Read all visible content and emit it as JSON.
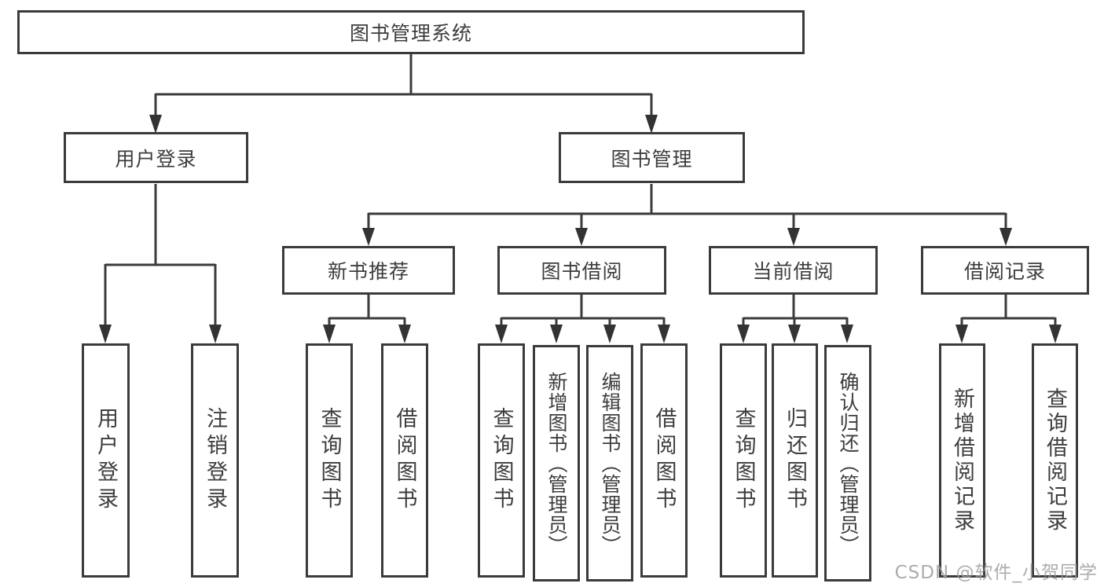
{
  "diagram": {
    "title": "图书管理系统",
    "type": "hierarchy-tree",
    "colors": {
      "line": "#3b3b3b",
      "box_border": "#3b3b3b",
      "box_fill": "#ffffff",
      "text": "#3d3d3d",
      "watermark_text": "#9e9e9e",
      "background": "#ffffff"
    },
    "tree": {
      "label": "图书管理系统",
      "children": [
        {
          "label": "用户登录",
          "children": [
            {
              "label": "用户登录"
            },
            {
              "label": "注销登录"
            }
          ]
        },
        {
          "label": "图书管理",
          "children": [
            {
              "label": "新书推荐",
              "children": [
                {
                  "label": "查询图书"
                },
                {
                  "label": "借阅图书"
                }
              ]
            },
            {
              "label": "图书借阅",
              "children": [
                {
                  "label": "查询图书"
                },
                {
                  "label": "新增图书（管理员）"
                },
                {
                  "label": "编辑图书（管理员）"
                },
                {
                  "label": "借阅图书"
                }
              ]
            },
            {
              "label": "当前借阅",
              "children": [
                {
                  "label": "查询图书"
                },
                {
                  "label": "归还图书"
                },
                {
                  "label": "确认归还（管理员）"
                }
              ]
            },
            {
              "label": "借阅记录",
              "children": [
                {
                  "label": "新增借阅记录"
                },
                {
                  "label": "查询借阅记录"
                }
              ]
            }
          ]
        }
      ]
    }
  },
  "watermark": {
    "text": "CSDN @软件_小贺同学"
  }
}
